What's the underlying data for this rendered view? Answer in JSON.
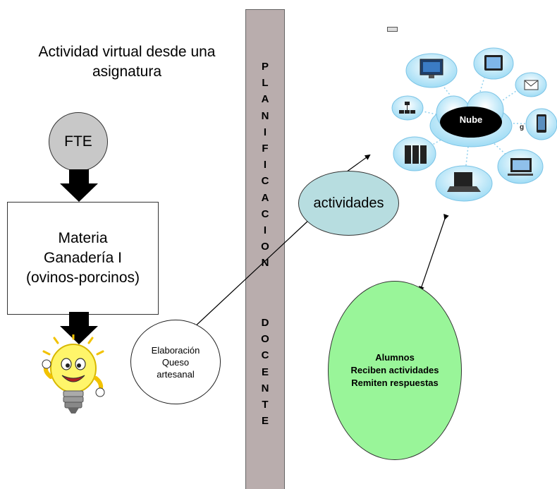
{
  "title": "Actividad virtual desde una asignatura",
  "fte_label": "FTE",
  "materia": {
    "line1": "Materia",
    "line2": "Ganadería I",
    "line3": "(ovinos-porcinos)"
  },
  "planificacion": {
    "word1": "PLANIFICACION",
    "word2": "DOCENTE"
  },
  "elaboracion": {
    "line1": "Elaboración",
    "line2": "Queso",
    "line3": "artesanal"
  },
  "actividades_label": "actividades",
  "nube_label": "Nube",
  "alumnos": {
    "line1": "Alumnos",
    "line2": "Reciben actividades",
    "line3": "Remiten respuestas"
  },
  "colors": {
    "fte_fill": "#c8c8c8",
    "planificacion_bar": "#b9adad",
    "actividades_fill": "#b7dde0",
    "alumnos_fill": "#99f599",
    "cloud_fill": "#cfeefb",
    "nube_fill": "#000000"
  },
  "icons": [
    "monitor-icon",
    "tablet-icon",
    "envelope-icon",
    "network-icon",
    "smartphone-icon",
    "server-icon",
    "desktop-computer-icon",
    "laptop-icon",
    "lightbulb-icon"
  ]
}
